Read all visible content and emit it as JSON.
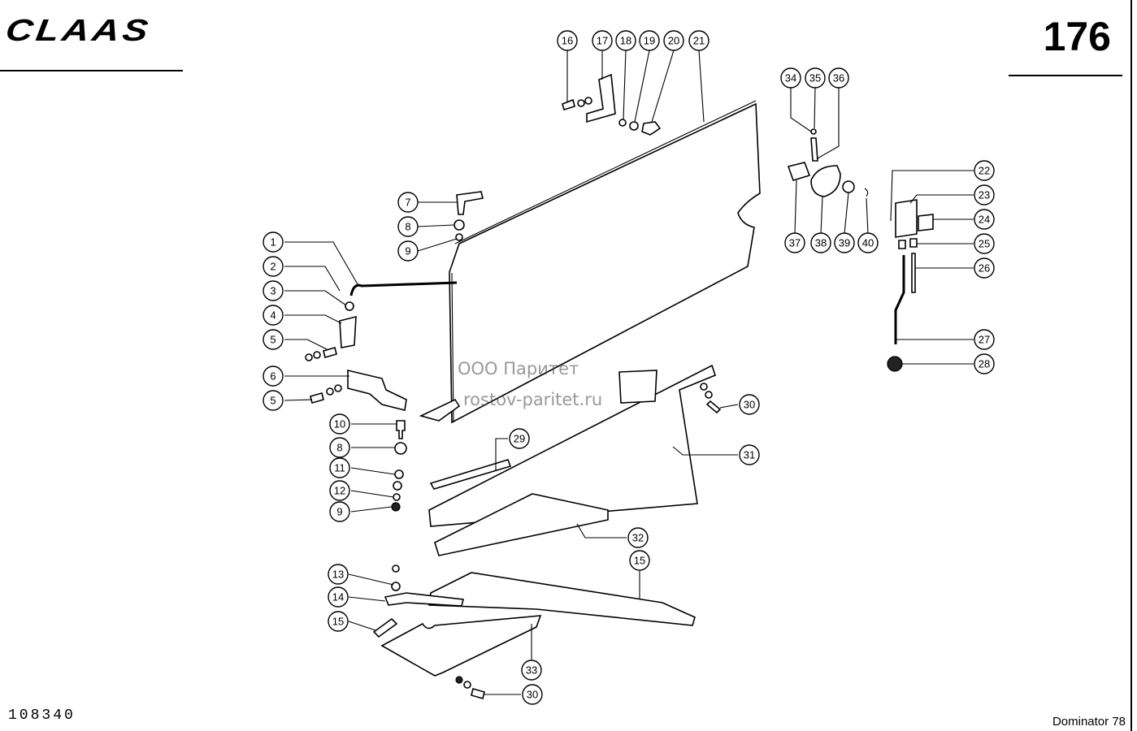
{
  "header": {
    "brand_logo": "CLAAS",
    "page_number": "176"
  },
  "footer": {
    "drawing_number": "108340",
    "model": "Dominator 78"
  },
  "watermark": {
    "company": "ООО Паритет",
    "site": "rostov-paritet.ru"
  },
  "colors": {
    "line": "#000000",
    "background": "#ffffff",
    "watermark": "#464646"
  },
  "callouts": [
    {
      "label": "16"
    },
    {
      "label": "17"
    },
    {
      "label": "18"
    },
    {
      "label": "19"
    },
    {
      "label": "20"
    },
    {
      "label": "21"
    },
    {
      "label": "34"
    },
    {
      "label": "35"
    },
    {
      "label": "36"
    },
    {
      "label": "22"
    },
    {
      "label": "23"
    },
    {
      "label": "24"
    },
    {
      "label": "25"
    },
    {
      "label": "26"
    },
    {
      "label": "27"
    },
    {
      "label": "28"
    },
    {
      "label": "37"
    },
    {
      "label": "38"
    },
    {
      "label": "39"
    },
    {
      "label": "40"
    },
    {
      "label": "7"
    },
    {
      "label": "8"
    },
    {
      "label": "9"
    },
    {
      "label": "1"
    },
    {
      "label": "2"
    },
    {
      "label": "3"
    },
    {
      "label": "4"
    },
    {
      "label": "5"
    },
    {
      "label": "6"
    },
    {
      "label": "5"
    },
    {
      "label": "10"
    },
    {
      "label": "8"
    },
    {
      "label": "11"
    },
    {
      "label": "12"
    },
    {
      "label": "9"
    },
    {
      "label": "29"
    },
    {
      "label": "30"
    },
    {
      "label": "31"
    },
    {
      "label": "32"
    },
    {
      "label": "15"
    },
    {
      "label": "13"
    },
    {
      "label": "14"
    },
    {
      "label": "15"
    },
    {
      "label": "33"
    },
    {
      "label": "30"
    }
  ]
}
